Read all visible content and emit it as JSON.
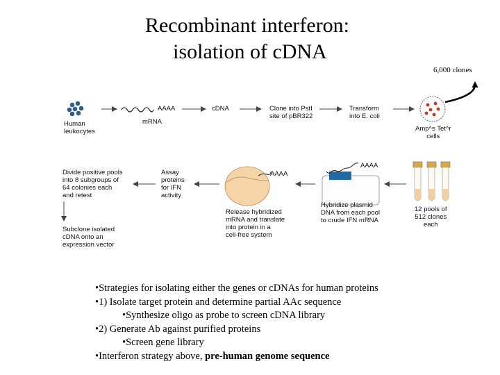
{
  "slide": {
    "title_line1": "Recombinant interferon:",
    "title_line2": "isolation of cDNA"
  },
  "diagram": {
    "clones_note": "6,000 clones",
    "labels": {
      "human_leukocytes": "Human\nleukocytes",
      "aaaa_mrna": "AAAA",
      "mrna": "mRNA",
      "cdna": "cDNA",
      "clone_into": "Clone into PstI\nsite of pBR322",
      "transform": "Transform\ninto E. coli",
      "amp_cells": "Amp^s Tet^r\ncells",
      "twelve_pools": "12 pools of\n512 clones\neach",
      "aaaa_plasmid": "AAAA",
      "hybridize": "Hybridize plasmid\nDNA from each pool\nto crude IFN mRNA",
      "aaaa_release": "AAAA",
      "release": "Release hybridized\nmRNA and translate\ninto protein in a\ncell-free system",
      "assay": "Assay\nproteins\nfor IFN\nactivity",
      "divide": "Divide positive pools\ninto 8 subgroups of\n64 colonies each\nand retest",
      "subclone": "Subclone isolated\ncDNA onto an\nexpression vector"
    }
  },
  "bullets": [
    {
      "prefix": "•Strategies for isolating either the genes or cDNAs for human proteins",
      "bold": ""
    },
    {
      "prefix": "•1)  Isolate target protein and determine partial AAc sequence",
      "bold": ""
    },
    {
      "prefix": "•Synthesize oligo as probe to screen cDNA library",
      "bold": "",
      "sub": true
    },
    {
      "prefix": "•2)  Generate Ab against purified proteins",
      "bold": ""
    },
    {
      "prefix": "•Screen gene library",
      "bold": "",
      "sub": true
    },
    {
      "prefix": "•Interferon strategy above, ",
      "bold": "pre-human genome sequence"
    }
  ],
  "colors": {
    "leukocyte_blue": "#2e5f86",
    "dish_red": "#c0392b",
    "tube_tan": "#d8a84a",
    "cell_peach": "#f6d4a8",
    "filter_blue": "#1f6aa5"
  }
}
